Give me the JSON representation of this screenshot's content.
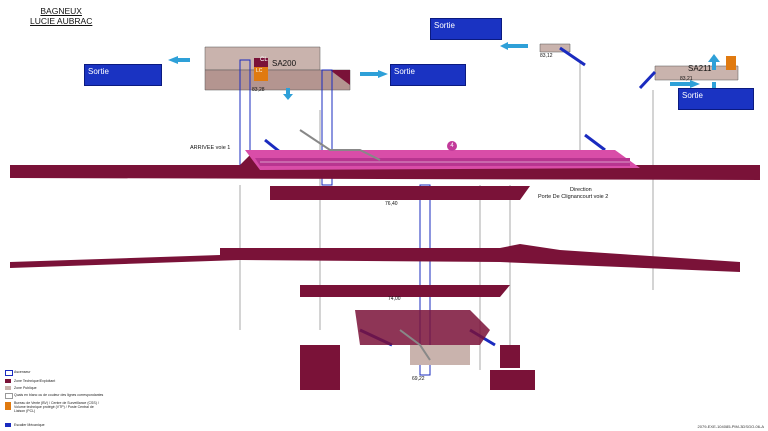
{
  "station": {
    "line1": "BAGNEUX",
    "line2": "LUCIE AUBRAC"
  },
  "exits": [
    {
      "id": "sortie-left",
      "label": "Sortie"
    },
    {
      "id": "sortie-mid",
      "label": "Sortie"
    },
    {
      "id": "sortie-top",
      "label": "Sortie"
    },
    {
      "id": "sortie-right",
      "label": "Sortie"
    }
  ],
  "halls": {
    "sa200": "SA200",
    "sa211": "SA211",
    "cl": "CL",
    "lc": "LC"
  },
  "elevations": {
    "e8328": "83,28",
    "e8312": "83,12",
    "e8321": "83,21",
    "e7640": "76,40",
    "e7400": "74,00",
    "e6922": "69,22"
  },
  "platform": {
    "arrivee": "ARRIVEE voie 1",
    "direction_line1": "Direction",
    "direction_line2": "Porte De Clignancourt voie 2",
    "line_badge": "4"
  },
  "legend": [
    {
      "label": "Ascenseur",
      "color": "#ffffff"
    },
    {
      "label": "Zone Technique/Exploitant",
      "color": "#7a1238"
    },
    {
      "label": "Zone Publique",
      "color": "#c9b3ad"
    },
    {
      "label": "Quais en blanc ou de couleur des lignes correspondantes",
      "color": "#ffffff"
    },
    {
      "label": "Bureau de Vente (BV) / Centre de Surveillance (CSS) / Volume technique protégé (VTP) / Poste Central de Liaison (PCL)",
      "color": "#e07a10"
    },
    {
      "label": "Escalier Mécanique",
      "color": "#1a2bbf"
    }
  ],
  "drawing_code": "2079-EXE-104085-PIM-3DSGO-06-A",
  "colors": {
    "structure": "#7a1238",
    "platform": "#d94da8",
    "public": "#c9b3ad",
    "escalator": "#1a2bbf",
    "exit": "#1a33c2",
    "arrow": "#2ea0d8"
  }
}
